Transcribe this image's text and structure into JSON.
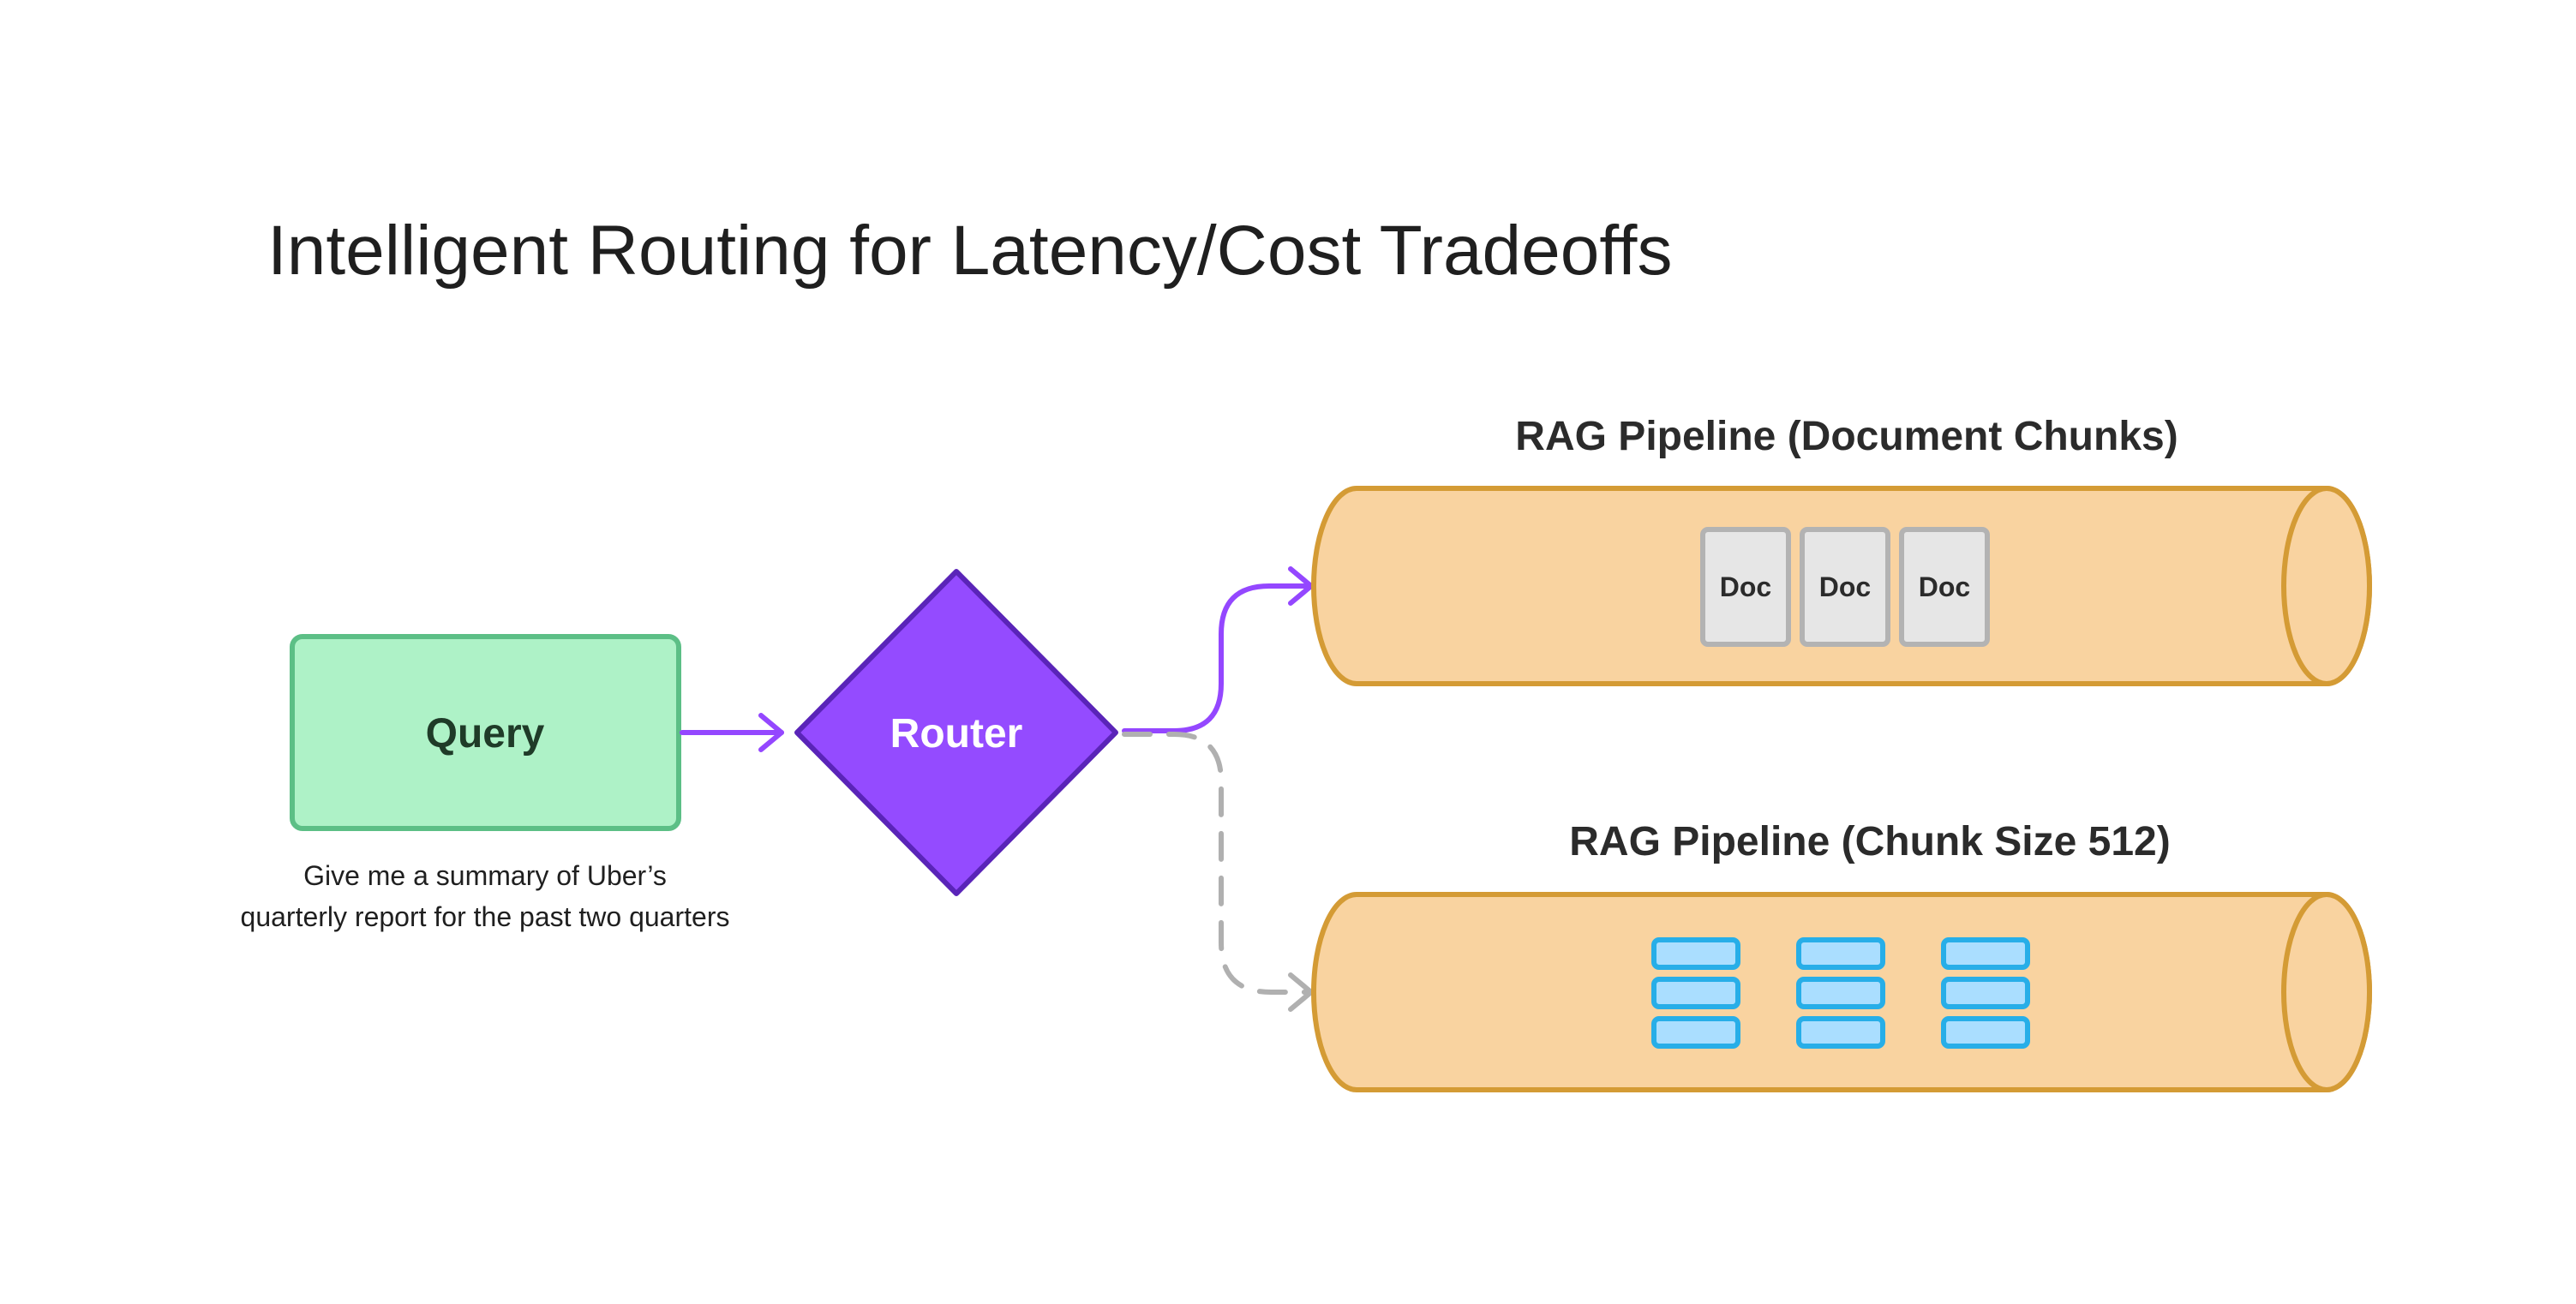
{
  "title": "Intelligent Routing for Latency/Cost Tradeoffs",
  "query": {
    "label": "Query",
    "caption_line1": "Give me a summary of Uber’s",
    "caption_line2": "quarterly report for the past two quarters"
  },
  "router": {
    "label": "Router"
  },
  "pipelines": [
    {
      "title": "RAG Pipeline (Document Chunks)",
      "docs": [
        "Doc",
        "Doc",
        "Doc"
      ],
      "route": "active"
    },
    {
      "title": "RAG Pipeline (Chunk Size 512)",
      "chunk_columns": 3,
      "chunks_per_column": 3,
      "route": "inactive"
    }
  ],
  "colors": {
    "query_fill": "#aef2c7",
    "query_stroke": "#5cbf86",
    "router_fill": "#944bff",
    "router_stroke": "#5a24b8",
    "active_edge": "#9447ff",
    "inactive_edge": "#b0b0b0",
    "pipeline_fill": "#f9d3a0",
    "pipeline_stroke": "#d49b35",
    "doc_fill": "#e6e6e6",
    "doc_stroke": "#b3b3b3",
    "chunk_fill": "#aadeff",
    "chunk_stroke": "#27aee8"
  }
}
